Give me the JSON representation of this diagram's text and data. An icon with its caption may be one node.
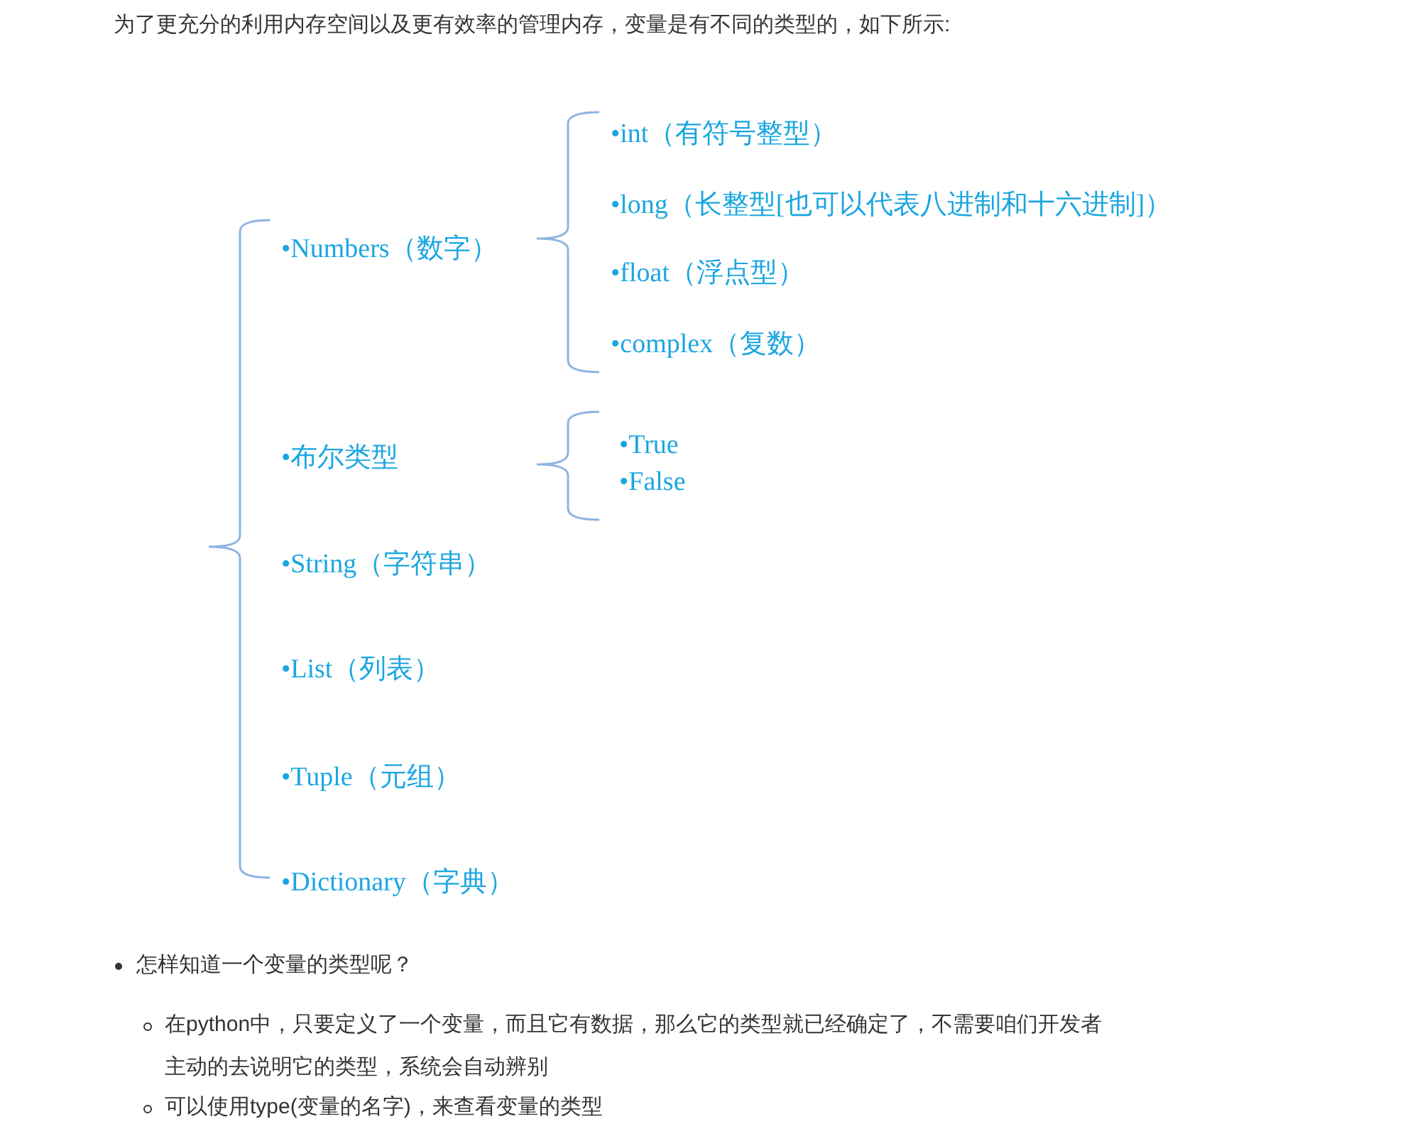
{
  "diagram": {
    "labels": [
      "为了更充分的利用内存空间以及更有效率的管理内存，变量是有不同的类型的，如下所示:",
      "•int（有符号整型）",
      "•long（长整型[也可以代表八进制和十六进制]）",
      "•Numbers（数字）",
      "•float（浮点型）",
      "•complex（复数）",
      "•True",
      "•布尔类型",
      "•False",
      "•String（字符串）",
      "•List（列表）",
      "•Tuple（元组）",
      "•Dictionary（字典）",
      "怎样知道一个变量的类型呢？",
      "在python中，只要定义了一个变量，而且它有数据，那么它的类型就已经确定了，不需要咱们开发者主动的去说明它的类型，系统会自动辨别",
      "可以使用type(变量的名字)，来查看变量的类型"
    ]
  }
}
